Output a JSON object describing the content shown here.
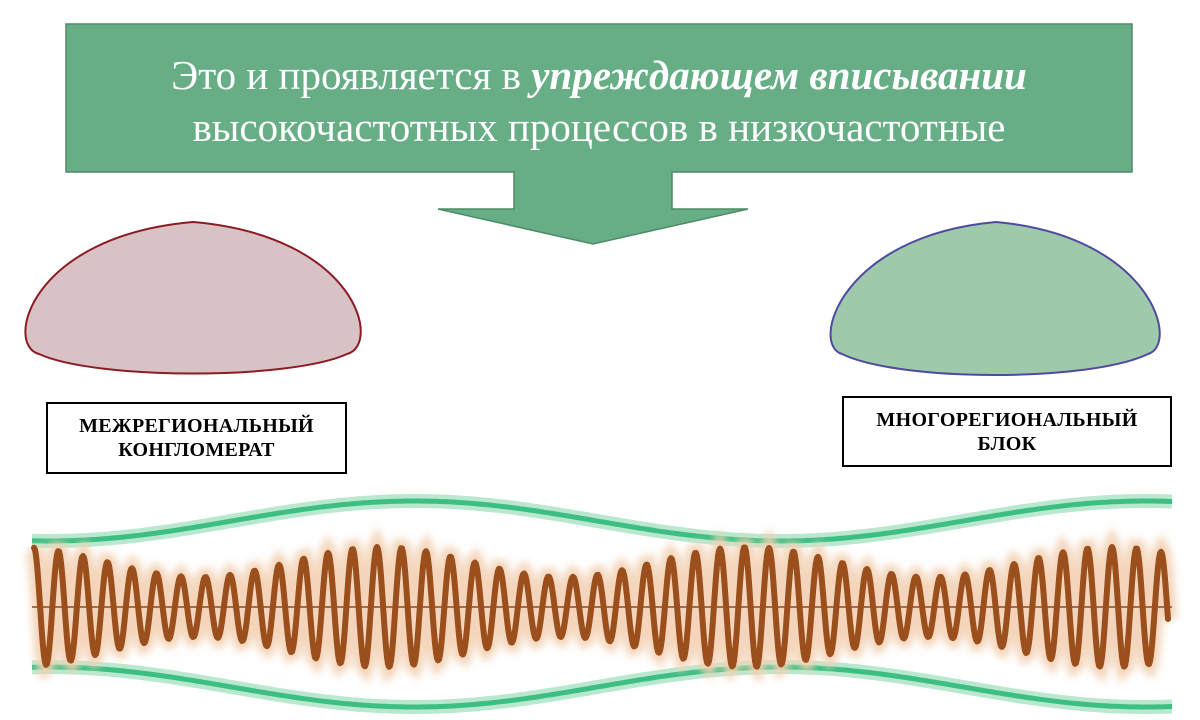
{
  "headline": {
    "line1_plain": "Это и проявляется в ",
    "line1_emphasis": "упреждающем вписывании",
    "line2": "высокочастотных процессов в низкочастотные"
  },
  "left_block": {
    "line1": "МЕЖРЕГИОНАЛЬНЫЙ",
    "line2": "КОНГЛОМЕРАТ"
  },
  "right_block": {
    "line1": "МНОГОРЕГИОНАЛЬНЫЙ",
    "line2": "БЛОК"
  },
  "colors": {
    "arrow_fill": "#67ae86",
    "arrow_stroke": "#4d8a67",
    "left_dome_fill": "#d9c2c6",
    "left_dome_stroke": "#8b1c24",
    "right_dome_fill": "#9ecaab",
    "right_dome_stroke": "#4f4aa0",
    "envelope": "#3dbf84",
    "envelope_glow": "#b9e8cf",
    "carrier": "#9b4f1d",
    "carrier_glow": "#f3d1b4",
    "axis": "#8b4a22"
  }
}
